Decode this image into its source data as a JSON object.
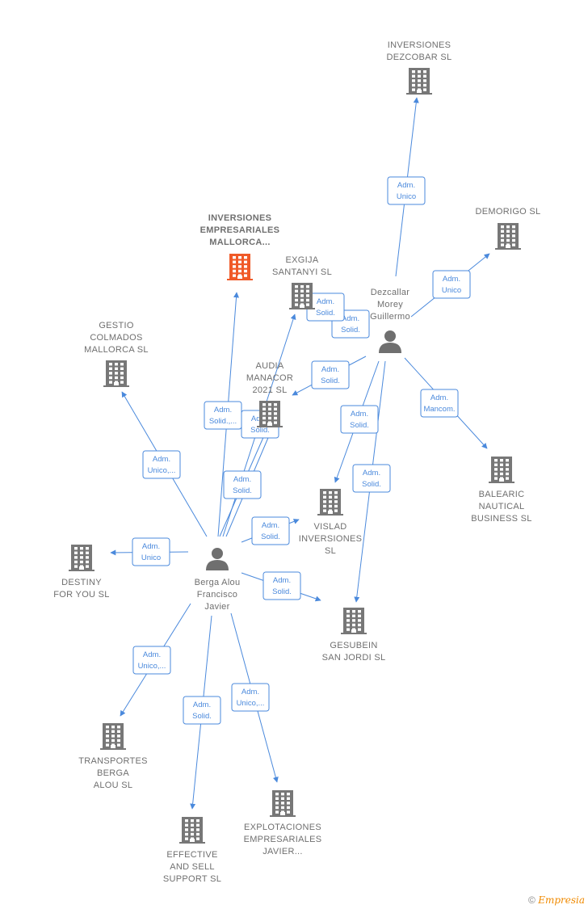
{
  "colors": {
    "edge": "#4a89dc",
    "company": "#777777",
    "focus_company": "#f05a28",
    "person": "#6f6f6f",
    "label": "#6f6f6f"
  },
  "nodes": [
    {
      "id": "inv_emp",
      "type": "company",
      "focus": true,
      "icon": "building-icon",
      "lines": [
        "INVERSIONES",
        "EMPRESARIALES",
        "MALLORCA..."
      ]
    },
    {
      "id": "inv_dez",
      "type": "company",
      "icon": "building-icon",
      "lines": [
        "INVERSIONES",
        "DEZCOBAR  SL"
      ]
    },
    {
      "id": "demorigo",
      "type": "company",
      "icon": "building-icon",
      "lines": [
        "DEMORIGO SL"
      ]
    },
    {
      "id": "exgija",
      "type": "company",
      "icon": "building-icon",
      "lines": [
        "EXGIJA",
        "SANTANYI  SL"
      ]
    },
    {
      "id": "gestio",
      "type": "company",
      "icon": "building-icon",
      "lines": [
        "GESTIO",
        "COLMADOS",
        "MALLORCA  SL"
      ]
    },
    {
      "id": "audia",
      "type": "company",
      "icon": "building-icon",
      "lines": [
        "AUDIA",
        "MANACOR",
        "2021  SL"
      ]
    },
    {
      "id": "balearic",
      "type": "company",
      "icon": "building-icon",
      "lines": [
        "BALEARIC",
        "NAUTICAL",
        "BUSINESS  SL"
      ]
    },
    {
      "id": "vislad",
      "type": "company",
      "icon": "building-icon",
      "lines": [
        "VISLAD",
        "INVERSIONES",
        "SL"
      ]
    },
    {
      "id": "destiny",
      "type": "company",
      "icon": "building-icon",
      "lines": [
        "DESTINY",
        "FOR YOU  SL"
      ]
    },
    {
      "id": "gesubein",
      "type": "company",
      "icon": "building-icon",
      "lines": [
        "GESUBEIN",
        "SAN JORDI  SL"
      ]
    },
    {
      "id": "transportes",
      "type": "company",
      "icon": "building-icon",
      "lines": [
        "TRANSPORTES",
        "BERGA",
        "ALOU  SL"
      ]
    },
    {
      "id": "effective",
      "type": "company",
      "icon": "building-icon",
      "lines": [
        "EFFECTIVE",
        "AND SELL",
        "SUPPORT  SL"
      ]
    },
    {
      "id": "explot",
      "type": "company",
      "icon": "building-icon",
      "lines": [
        "EXPLOTACIONES",
        "EMPRESARIALES",
        "JAVIER..."
      ]
    },
    {
      "id": "dezcallar",
      "type": "person",
      "icon": "person-icon",
      "lines": [
        "Dezcallar",
        "Morey",
        "Guillermo"
      ]
    },
    {
      "id": "berga",
      "type": "person",
      "icon": "person-icon",
      "lines": [
        "Berga Alou",
        "Francisco",
        "Javier"
      ]
    }
  ],
  "edges": [
    {
      "from": "dezcallar",
      "to": "inv_dez",
      "role": [
        "Adm.",
        "Unico"
      ]
    },
    {
      "from": "dezcallar",
      "to": "demorigo",
      "role": [
        "Adm.",
        "Unico"
      ]
    },
    {
      "from": "dezcallar",
      "to": "exgija",
      "role": [
        "Adm.",
        "Solid."
      ]
    },
    {
      "from": "dezcallar",
      "to": "audia",
      "role": [
        "Adm.",
        "Solid."
      ]
    },
    {
      "from": "dezcallar",
      "to": "balearic",
      "role": [
        "Adm.",
        "Mancom."
      ]
    },
    {
      "from": "dezcallar",
      "to": "vislad",
      "role": [
        "Adm.",
        "Solid."
      ]
    },
    {
      "from": "dezcallar",
      "to": "gesubein",
      "role": [
        "Adm.",
        "Solid."
      ]
    },
    {
      "from": "berga",
      "to": "inv_emp",
      "role": [
        "Adm.",
        "Solid.,..."
      ]
    },
    {
      "from": "berga",
      "to": "exgija",
      "role": [
        "Adm.",
        "Solid."
      ]
    },
    {
      "from": "berga",
      "to": "audia",
      "role": [
        "Adm.",
        "Solid."
      ]
    },
    {
      "from": "berga",
      "to": "gestio",
      "role": [
        "Adm.",
        "Unico,..."
      ]
    },
    {
      "from": "berga",
      "to": "vislad",
      "role": [
        "Adm.",
        "Solid."
      ]
    },
    {
      "from": "berga",
      "to": "destiny",
      "role": [
        "Adm.",
        "Unico"
      ]
    },
    {
      "from": "berga",
      "to": "gesubein",
      "role": [
        "Adm.",
        "Solid."
      ]
    },
    {
      "from": "berga",
      "to": "transportes",
      "role": [
        "Adm.",
        "Unico,..."
      ]
    },
    {
      "from": "berga",
      "to": "effective",
      "role": [
        "Adm.",
        "Solid."
      ]
    },
    {
      "from": "berga",
      "to": "explot",
      "role": [
        "Adm.",
        "Unico,..."
      ]
    }
  ],
  "watermark": {
    "symbol": "©",
    "brand": "Empresia"
  }
}
